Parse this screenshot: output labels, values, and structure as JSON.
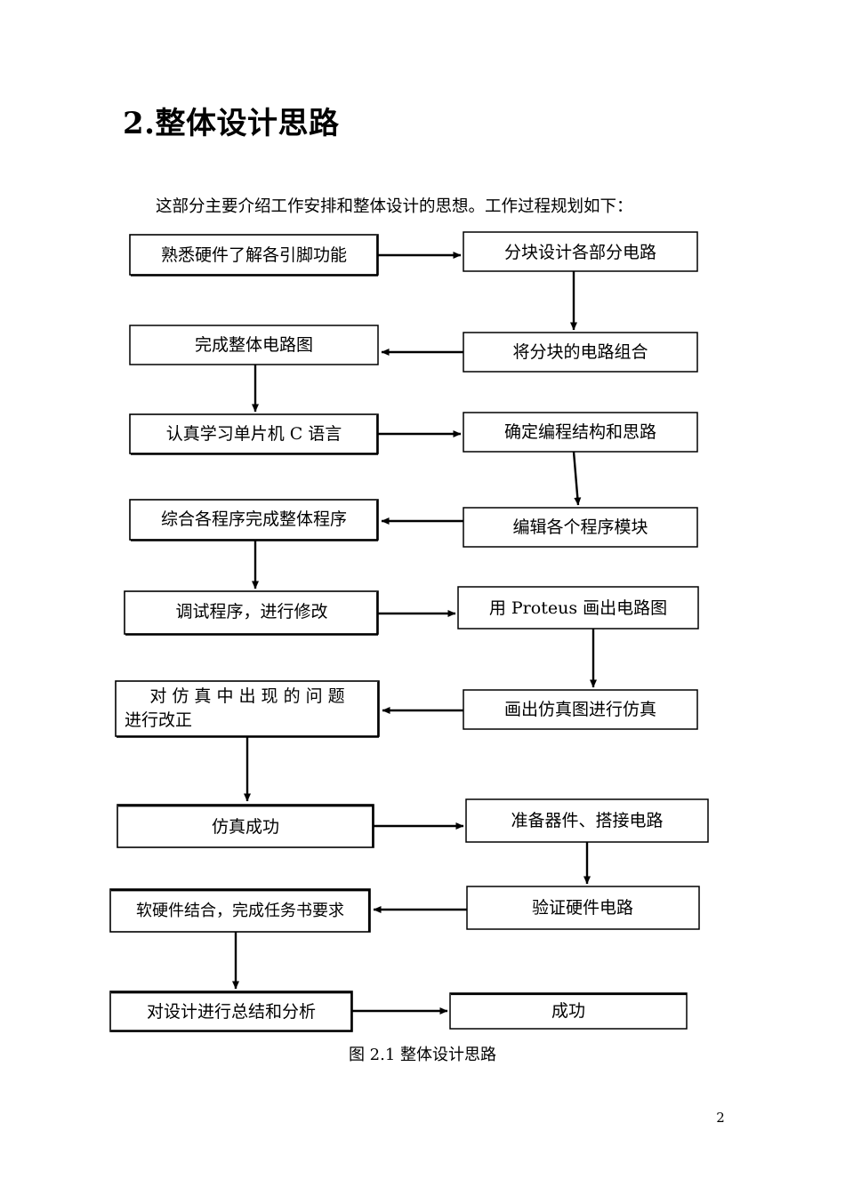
{
  "document": {
    "title": "2.整体设计思路",
    "intro": "这部分主要介绍工作安排和整体设计的思想。工作过程规划如下：",
    "figure_caption": "图 2.1  整体设计思路",
    "page_number": "2"
  },
  "flowchart": {
    "title": "整体设计思路",
    "stroke_color": "#000000",
    "box_fill": "#ffffff",
    "nodes": [
      {
        "id": "n1",
        "column": "left",
        "row": 1,
        "label": "熟悉硬件了解各引脚功能"
      },
      {
        "id": "n2",
        "column": "right",
        "row": 1,
        "label": "分块设计各部分电路"
      },
      {
        "id": "n3",
        "column": "right",
        "row": 2,
        "label": "将分块的电路组合"
      },
      {
        "id": "n4",
        "column": "left",
        "row": 2,
        "label": "完成整体电路图"
      },
      {
        "id": "n5",
        "column": "left",
        "row": 3,
        "label": "认真学习单片机 C 语言"
      },
      {
        "id": "n6",
        "column": "right",
        "row": 3,
        "label": "确定编程结构和思路"
      },
      {
        "id": "n7",
        "column": "right",
        "row": 4,
        "label": "编辑各个程序模块"
      },
      {
        "id": "n8",
        "column": "left",
        "row": 4,
        "label": "综合各程序完成整体程序"
      },
      {
        "id": "n9",
        "column": "left",
        "row": 5,
        "label": "调试程序，进行修改"
      },
      {
        "id": "n10",
        "column": "right",
        "row": 5,
        "label": "用 Proteus 画出电路图"
      },
      {
        "id": "n11",
        "column": "right",
        "row": 6,
        "label": "画出仿真图进行仿真"
      },
      {
        "id": "n12",
        "column": "left",
        "row": 6,
        "label_line1": "对 仿 真 中 出 现 的 问 题",
        "label_line2": "进行改正"
      },
      {
        "id": "n13",
        "column": "left",
        "row": 7,
        "label": "仿真成功"
      },
      {
        "id": "n14",
        "column": "right",
        "row": 7,
        "label": "准备器件、搭接电路"
      },
      {
        "id": "n15",
        "column": "right",
        "row": 8,
        "label": "验证硬件电路"
      },
      {
        "id": "n16",
        "column": "left",
        "row": 8,
        "label": "软硬件结合，完成任务书要求"
      },
      {
        "id": "n17",
        "column": "left",
        "row": 9,
        "label": "对设计进行总结和分析"
      },
      {
        "id": "n18",
        "column": "right",
        "row": 9,
        "label": "成功"
      }
    ],
    "edges": [
      {
        "from": "n1",
        "to": "n2",
        "direction": "right"
      },
      {
        "from": "n2",
        "to": "n3",
        "direction": "down"
      },
      {
        "from": "n3",
        "to": "n4",
        "direction": "left"
      },
      {
        "from": "n4",
        "to": "n5",
        "direction": "down"
      },
      {
        "from": "n5",
        "to": "n6",
        "direction": "right"
      },
      {
        "from": "n6",
        "to": "n7",
        "direction": "down"
      },
      {
        "from": "n7",
        "to": "n8",
        "direction": "left"
      },
      {
        "from": "n8",
        "to": "n9",
        "direction": "down"
      },
      {
        "from": "n9",
        "to": "n10",
        "direction": "right"
      },
      {
        "from": "n10",
        "to": "n11",
        "direction": "down"
      },
      {
        "from": "n11",
        "to": "n12",
        "direction": "left"
      },
      {
        "from": "n12",
        "to": "n13",
        "direction": "down"
      },
      {
        "from": "n13",
        "to": "n14",
        "direction": "right"
      },
      {
        "from": "n14",
        "to": "n15",
        "direction": "down"
      },
      {
        "from": "n15",
        "to": "n16",
        "direction": "left"
      },
      {
        "from": "n16",
        "to": "n17",
        "direction": "down"
      },
      {
        "from": "n17",
        "to": "n18",
        "direction": "right"
      }
    ]
  }
}
